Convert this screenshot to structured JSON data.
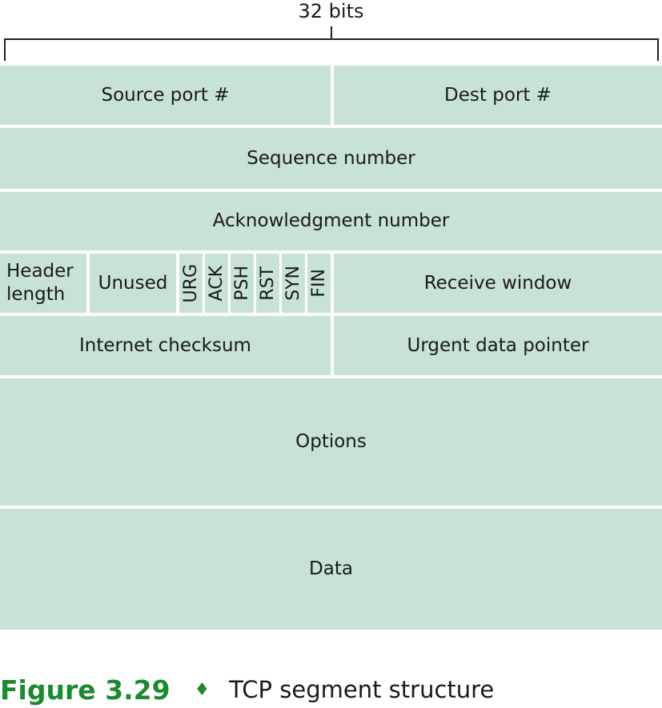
{
  "header": {
    "width_label": "32 bits"
  },
  "fields": {
    "source_port": "Source port #",
    "dest_port": "Dest port #",
    "sequence_number": "Sequence number",
    "ack_number": "Acknowledgment number",
    "header_length": "Header length",
    "unused": "Unused",
    "flags": [
      "URG",
      "ACK",
      "PSH",
      "RST",
      "SYN",
      "FIN"
    ],
    "receive_window": "Receive window",
    "checksum": "Internet checksum",
    "urgent_pointer": "Urgent data pointer",
    "options": "Options",
    "data": "Data"
  },
  "caption": {
    "figure": "Figure 3.29",
    "title": "TCP segment structure"
  },
  "colors": {
    "field_fill": "#c8e2d5",
    "caption_accent": "#1a8a2e"
  }
}
